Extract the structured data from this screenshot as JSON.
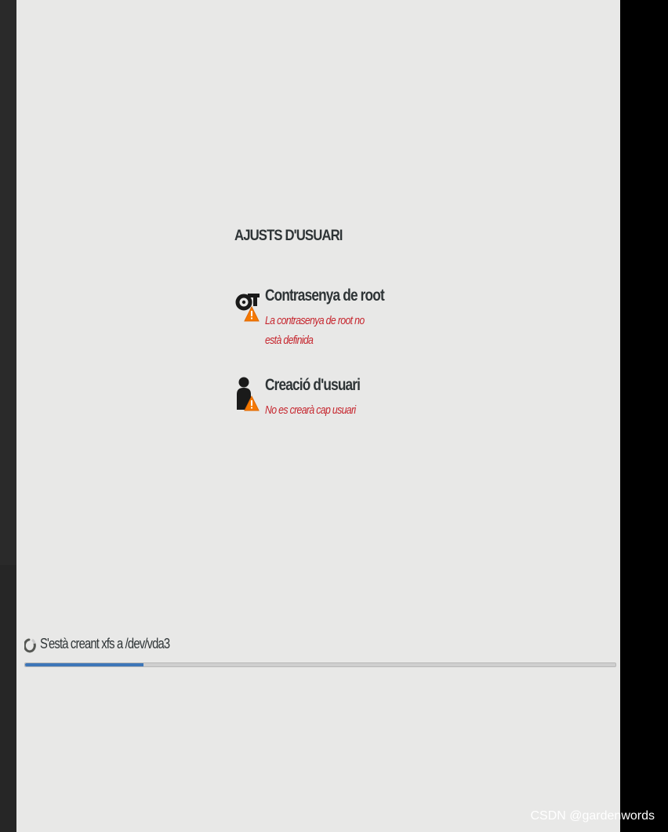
{
  "hub": {
    "section_title": "AJUSTS D'USUARI",
    "spokes": [
      {
        "icon": "root-password-key-warning-icon",
        "title": "Contrasenya de root",
        "status": "La contrasenya de root no està definida",
        "status_color": "#c6262e",
        "warning_color": "#f57900"
      },
      {
        "icon": "user-creation-warning-icon",
        "title": "Creació d'usuari",
        "status": "No es crearà cap usuari",
        "status_color": "#c6262e",
        "warning_color": "#f57900"
      }
    ]
  },
  "install_progress": {
    "spinner_icon": "spinner-icon",
    "message": "S'està creant xfs a /dev/vda3",
    "fraction": 0.2,
    "bar_color": "#3d76b8"
  },
  "watermark": "CSDN @gardenwords",
  "colors": {
    "panel_background": "#e8e8e7",
    "text": "#2e3436",
    "sidebar": "#2a2a2a"
  }
}
